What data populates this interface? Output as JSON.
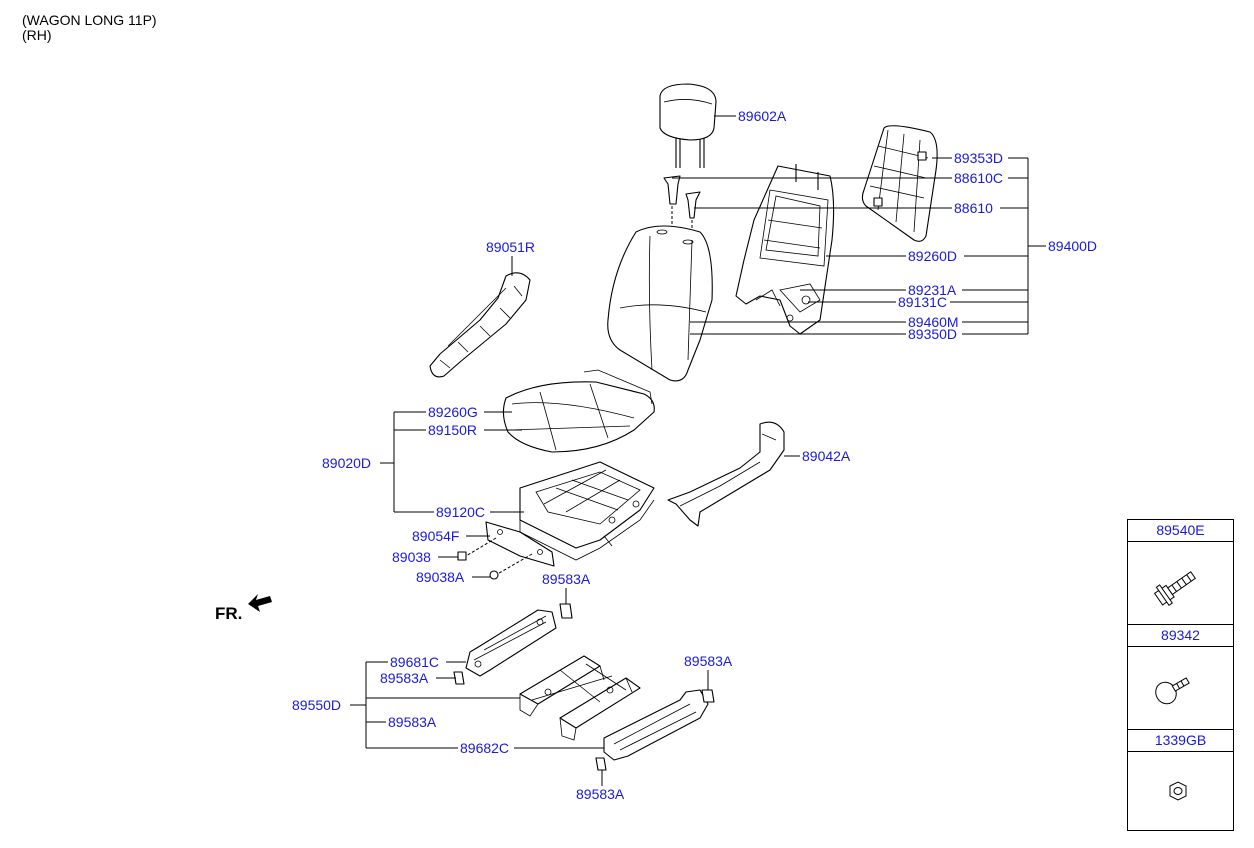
{
  "header": {
    "line1": "(WAGON LONG 11P)",
    "line2": "(RH)"
  },
  "front_marker": "FR.",
  "callouts": {
    "headrest": "89602A",
    "back_board": "89353D",
    "guide_a": "88610C",
    "guide_b": "88610",
    "back_assy": "89400D",
    "back_frame": "89260D",
    "back_pad_a": "89231A",
    "back_recliner": "89131C",
    "back_cover_m": "89460M",
    "back_cover_d": "89350D",
    "armrest_r": "89051R",
    "cushion_pad": "89260G",
    "cushion_cover": "89150R",
    "cushion_assy": "89020D",
    "side_shield": "89042A",
    "cushion_frame": "89120C",
    "bracket": "89054F",
    "clip": "89038",
    "clip_a": "89038A",
    "cap_top": "89583A",
    "rail_left": "89681C",
    "cap_left": "89583A",
    "track_assy": "89550D",
    "cap_mid": "89583A",
    "rail_right": "89682C",
    "cap_right_top": "89583A",
    "cap_bottom": "89583A"
  },
  "legend": [
    {
      "code": "89540E",
      "icon": "flange-bolt-icon"
    },
    {
      "code": "89342",
      "icon": "round-head-bolt-icon"
    },
    {
      "code": "1339GB",
      "icon": "hex-nut-icon"
    }
  ]
}
